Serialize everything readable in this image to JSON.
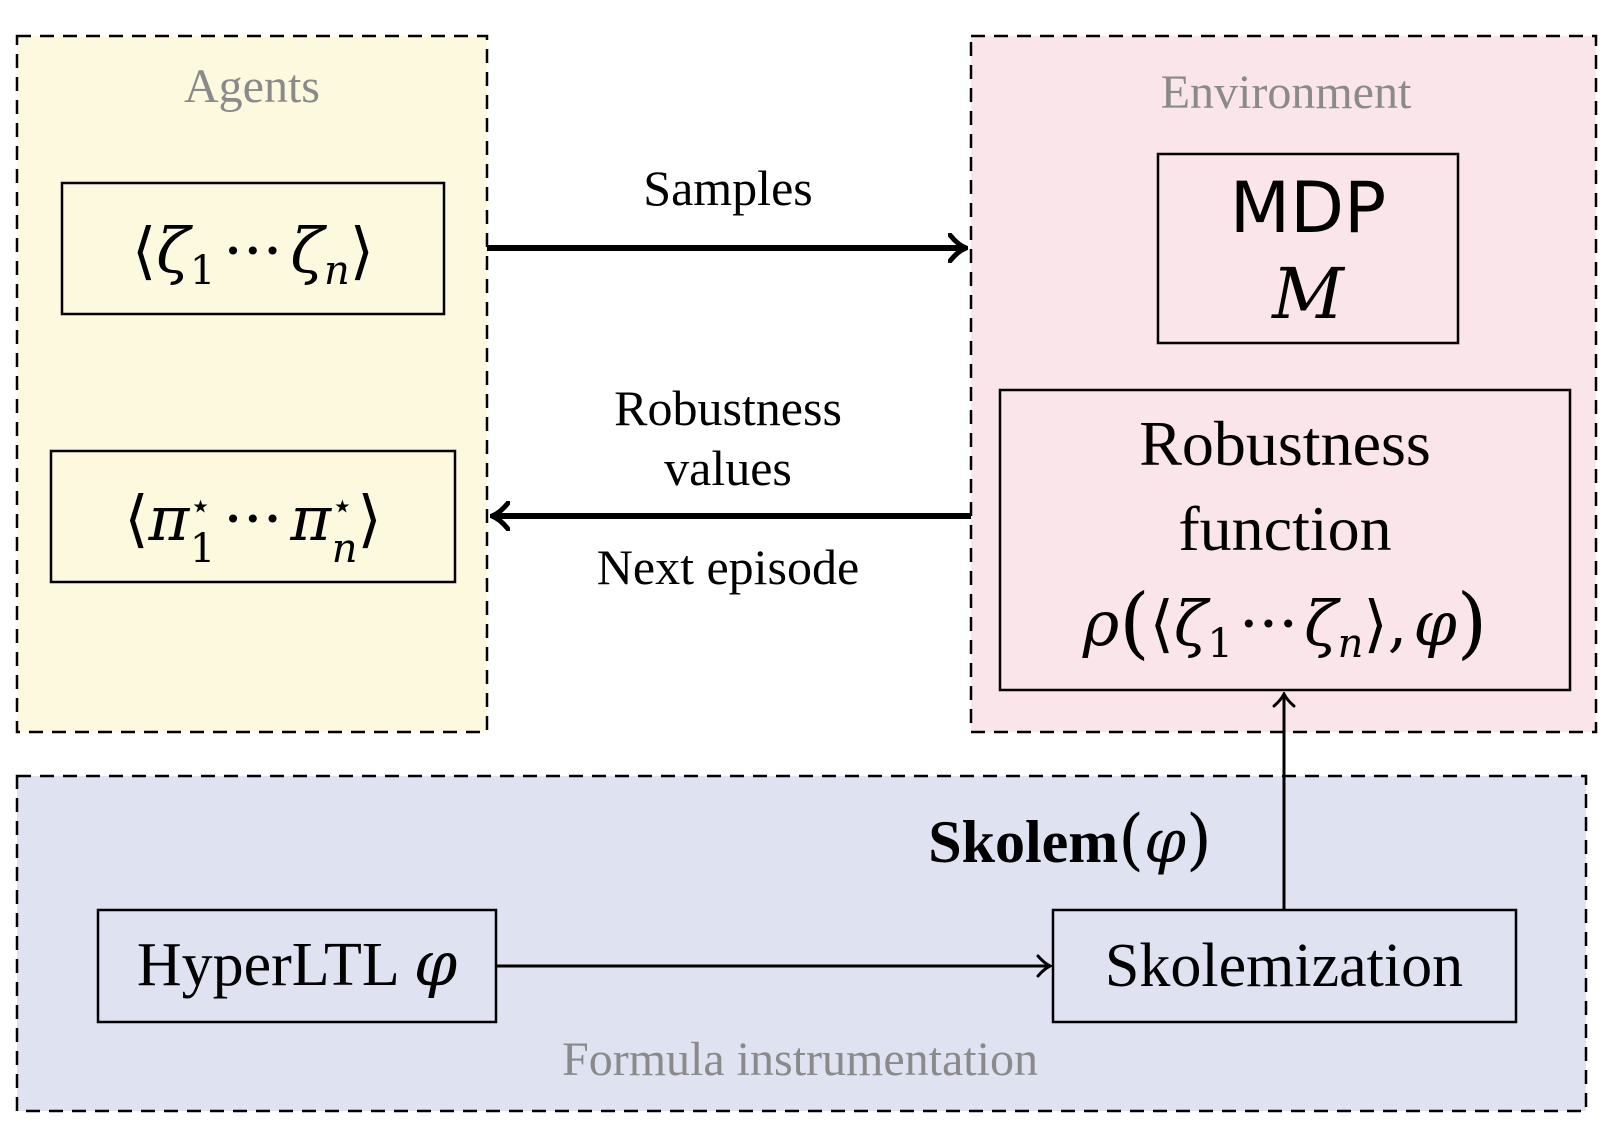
{
  "agents": {
    "title": "Agents",
    "trajectories": {
      "open": "⟨",
      "sym1": "ζ",
      "sub1": "1",
      "dots": "···",
      "sym2": "ζ",
      "sub2": "n",
      "close": "⟩"
    },
    "policies": {
      "open": "⟨",
      "sym1": "π",
      "sup1": "⋆",
      "sub1": "1",
      "dots": "···",
      "sym2": "π",
      "sup2": "⋆",
      "sub2": "n",
      "close": "⟩"
    }
  },
  "environment": {
    "title": "Environment",
    "mdp": {
      "line1": "MDP",
      "line2": "M"
    },
    "robustness": {
      "line1": "Robustness",
      "line2": "function",
      "formula": {
        "rho": "ρ",
        "lparen": "(",
        "open": "⟨",
        "sym1": "ζ",
        "sub1": "1",
        "dots": "···",
        "sym2": "ζ",
        "sub2": "n",
        "close": "⟩,",
        "phi": "φ",
        "rparen": ")"
      }
    }
  },
  "arrows": {
    "samples": "Samples",
    "robustness_line1": "Robustness",
    "robustness_line2": "values",
    "next_episode": "Next episode"
  },
  "instrumentation": {
    "title": "Formula instrumentation",
    "skolem_label": "Skolem",
    "skolem_arg_open": "(",
    "skolem_arg_phi": "φ",
    "skolem_arg_close": ")",
    "hyperltl_label": "HyperLTL",
    "hyperltl_phi": "φ",
    "skolemization": "Skolemization"
  },
  "colors": {
    "agents_bg": "#fdf9df",
    "environment_bg": "#fae6ea",
    "instrumentation_bg": "#dfe3f1",
    "title_gray": "#8a8a8a"
  }
}
